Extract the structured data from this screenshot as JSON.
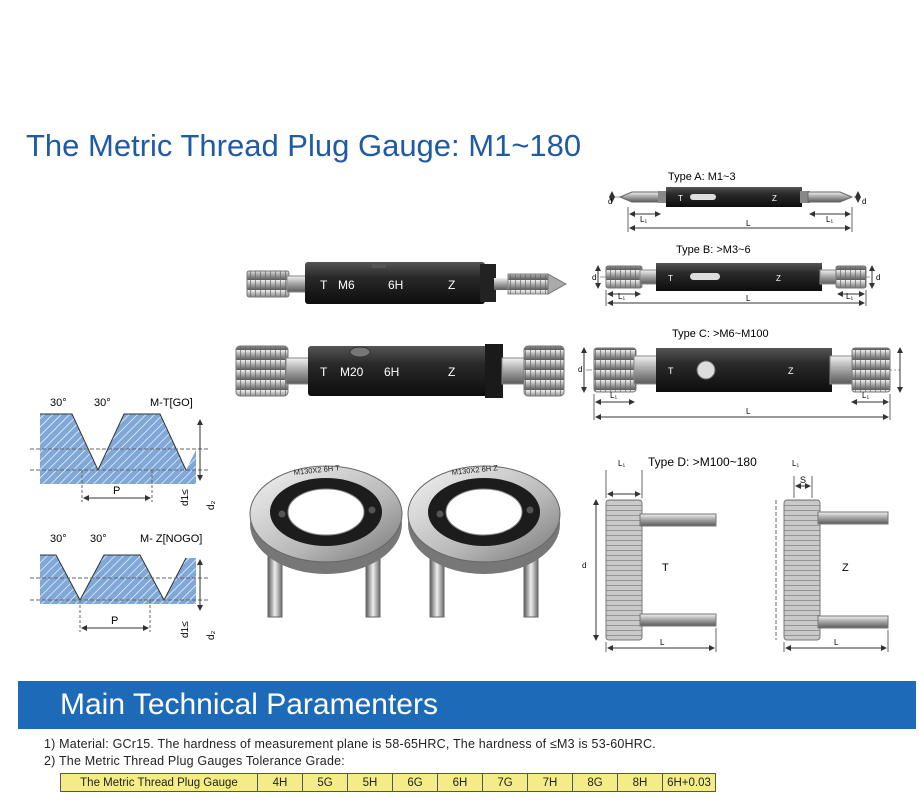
{
  "title": "The Metric Thread Plug Gauge: M1~180",
  "gauges": {
    "small": {
      "t": "T",
      "size": "M6",
      "grade": "6H",
      "z": "Z"
    },
    "large": {
      "t": "T",
      "size": "M20",
      "grade": "6H",
      "z": "Z"
    }
  },
  "rings": {
    "left": "M130X2 6H T",
    "right": "M130X2 6H Z"
  },
  "types": {
    "a": {
      "label": "Type A: M1~3",
      "t": "T",
      "z": "Z",
      "l1": "L₁",
      "l": "L",
      "d": "d"
    },
    "b": {
      "label": "Type B: >M3~6",
      "t": "T",
      "z": "Z",
      "l1": "L₁",
      "l": "L",
      "d": "d"
    },
    "c": {
      "label": "Type C: >M6~M100",
      "t": "T",
      "z": "Z",
      "l1": "L₁",
      "l": "L",
      "d": "d"
    },
    "d": {
      "label": "Type D: >M100~180",
      "t": "T",
      "z": "Z",
      "l1": "L₁",
      "l": "L",
      "s": "S",
      "d": "d"
    }
  },
  "profiles": {
    "go": {
      "label": "M-T[GO]",
      "angle_left": "30°",
      "angle_right": "30°",
      "p": "P",
      "d1": "d1≤",
      "d2": "d₂"
    },
    "nogo": {
      "label": "M- Z[NOGO]",
      "angle_left": "30°",
      "angle_right": "30°",
      "p": "P",
      "d1": "d1≤",
      "d2": "d₂"
    }
  },
  "section": {
    "heading": "Main Technical Paramenters",
    "note1": "1) Material: GCr15. The hardness of measurement plane is 58-65HRC, The hardness of ≤M3 is 53-60HRC.",
    "note2": "2) The Metric Thread Plug Gauges Tolerance Grade:"
  },
  "tolerance": {
    "header": "The Metric Thread Plug Gauge",
    "grades": [
      "4H",
      "5G",
      "5H",
      "6G",
      "6H",
      "7G",
      "7H",
      "8G",
      "8H",
      "6H+0.03"
    ]
  },
  "colors": {
    "title": "#1f5aa6",
    "banner": "#1d6bb8",
    "table_fill": "#f4ec86",
    "profile_fill": "#7fa8d8"
  }
}
